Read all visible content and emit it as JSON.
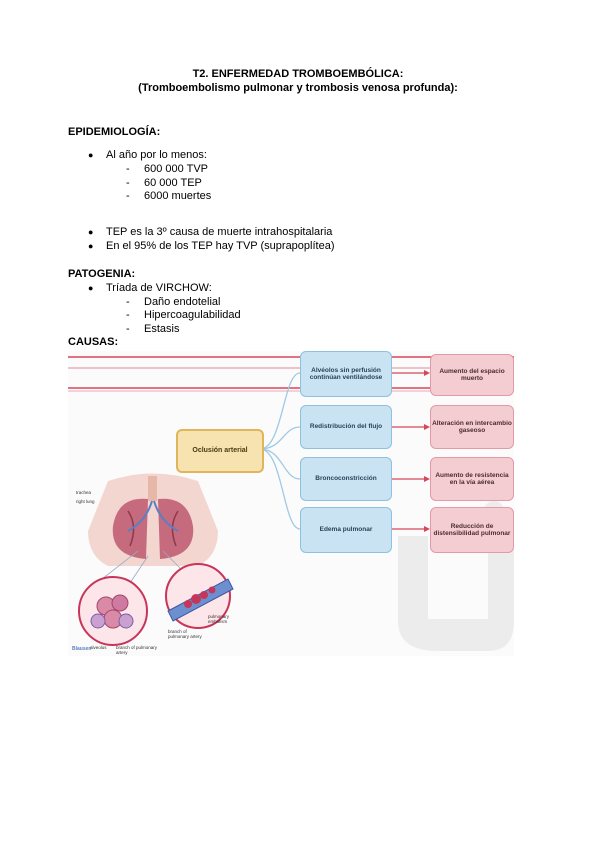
{
  "title": {
    "line1": "T2. ENFERMEDAD TROMBOEMBÓLICA:",
    "line2": "(Tromboembolismo pulmonar y trombosis venosa profunda):"
  },
  "epidemiologia": {
    "heading": "EPIDEMIOLOGÍA:",
    "item1": "Al año por lo menos:",
    "sub": [
      "600 000 TVP",
      "60 000 TEP",
      "6000 muertes"
    ],
    "item2": "TEP es la 3º causa de muerte intrahospitalaria",
    "item3": "En el 95% de los TEP hay TVP (suprapoplítea)"
  },
  "patogenia": {
    "heading": "PATOGENIA:",
    "item1": "Tríada de VIRCHOW:",
    "sub": [
      "Daño endotelial",
      "Hipercoagulabilidad",
      "Estasis"
    ]
  },
  "causas": {
    "heading": "CAUSAS:"
  },
  "diagram": {
    "center": "Oclusión arterial",
    "middle": [
      "Alvéolos sin perfusión continúan ventilándose",
      "Redistribución del flujo",
      "Broncoconstricción",
      "Edema pulmonar"
    ],
    "right": [
      "Aumento del espacio muerto",
      "Alteración en intercambio gaseoso",
      "Aumento de resistencia en la vía aérea",
      "Reducción de distensibilidad pulmonar"
    ],
    "illustration_labels": {
      "trachea": "trachea",
      "right_lung": "right lung",
      "embolism": "pulmonary embolism",
      "branch": "branch of pulmonary artery",
      "alveolus": "alveolus",
      "capillaries": "branch of pulmonary artery",
      "logo": "Blausen"
    },
    "colors": {
      "blue_box": "#c9e3f3",
      "pink_box": "#f4cdd3",
      "gold_box": "#f6e3b0",
      "red_line": "#d9455a",
      "connector": "#9fc9e3"
    }
  }
}
